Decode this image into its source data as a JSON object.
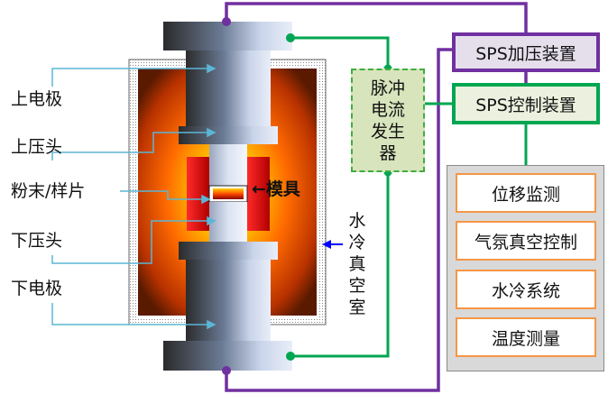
{
  "labels": {
    "upper_electrode": "上电极",
    "upper_punch": "上压头",
    "powder_sample": "粉末/样片",
    "lower_punch": "下压头",
    "lower_electrode": "下电极",
    "mold": "←模具"
  },
  "water_cooled_chamber": [
    "水",
    "冷",
    "真",
    "空",
    "室"
  ],
  "pulse_generator": [
    "脉冲",
    "电流",
    "发生",
    "器"
  ],
  "sps_press": "SPS加压装置",
  "sps_control": "SPS控制装置",
  "subsystems": [
    "位移监测",
    "气氛真空控制",
    "水冷系统",
    "温度测量"
  ],
  "colors": {
    "purple_line": "#7030a0",
    "green_line": "#00a651",
    "leader_line": "#5bb6d6",
    "chamber_arrow": "#0000ff",
    "box_border_orange": "#f79646"
  }
}
